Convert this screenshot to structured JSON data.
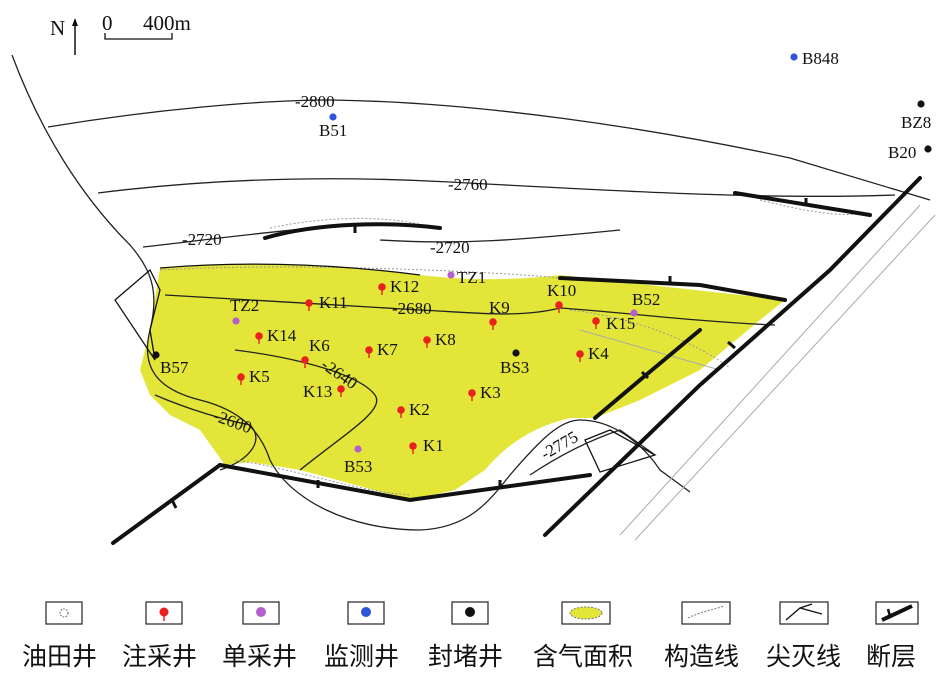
{
  "north": {
    "label": "N"
  },
  "scale_bar": {
    "zero": "0",
    "distance": "400m"
  },
  "colors": {
    "gas_area": "#e3e638",
    "injection_production_well": "#e8211f",
    "production_well": "#b35fd0",
    "monitoring_well": "#2f53d9",
    "plugged_well": "#111111",
    "structure_line": "#777777",
    "fault": "#111111"
  },
  "contours": [
    "-2800",
    "-2760",
    "-2720",
    "-2720",
    "-2680",
    "-2640",
    "-2600",
    "-2775"
  ],
  "wells": [
    {
      "name": "B848",
      "type": "monitoring"
    },
    {
      "name": "B51",
      "type": "monitoring"
    },
    {
      "name": "BZ8",
      "type": "plugged"
    },
    {
      "name": "B20",
      "type": "plugged"
    },
    {
      "name": "TZ1",
      "type": "production"
    },
    {
      "name": "K12",
      "type": "injection_production"
    },
    {
      "name": "K11",
      "type": "injection_production"
    },
    {
      "name": "TZ2",
      "type": "production"
    },
    {
      "name": "K10",
      "type": "injection_production"
    },
    {
      "name": "B52",
      "type": "production"
    },
    {
      "name": "K9",
      "type": "injection_production"
    },
    {
      "name": "K15",
      "type": "injection_production"
    },
    {
      "name": "K14",
      "type": "injection_production"
    },
    {
      "name": "K6",
      "type": "injection_production"
    },
    {
      "name": "K7",
      "type": "injection_production"
    },
    {
      "name": "K8",
      "type": "injection_production"
    },
    {
      "name": "B57",
      "type": "plugged"
    },
    {
      "name": "BS3",
      "type": "plugged"
    },
    {
      "name": "K4",
      "type": "injection_production"
    },
    {
      "name": "K5",
      "type": "injection_production"
    },
    {
      "name": "K13",
      "type": "injection_production"
    },
    {
      "name": "K3",
      "type": "injection_production"
    },
    {
      "name": "K2",
      "type": "injection_production"
    },
    {
      "name": "K1",
      "type": "injection_production"
    },
    {
      "name": "B53",
      "type": "production"
    }
  ],
  "legend": {
    "oil_well": "油田井",
    "injection_production_well": "注采井",
    "production_well": "单采井",
    "monitoring_well": "监测井",
    "plugged_well": "封堵井",
    "gas_area": "含气面积",
    "structure_line": "构造线",
    "pinchout_line": "尖灭线",
    "fault": "断层"
  }
}
